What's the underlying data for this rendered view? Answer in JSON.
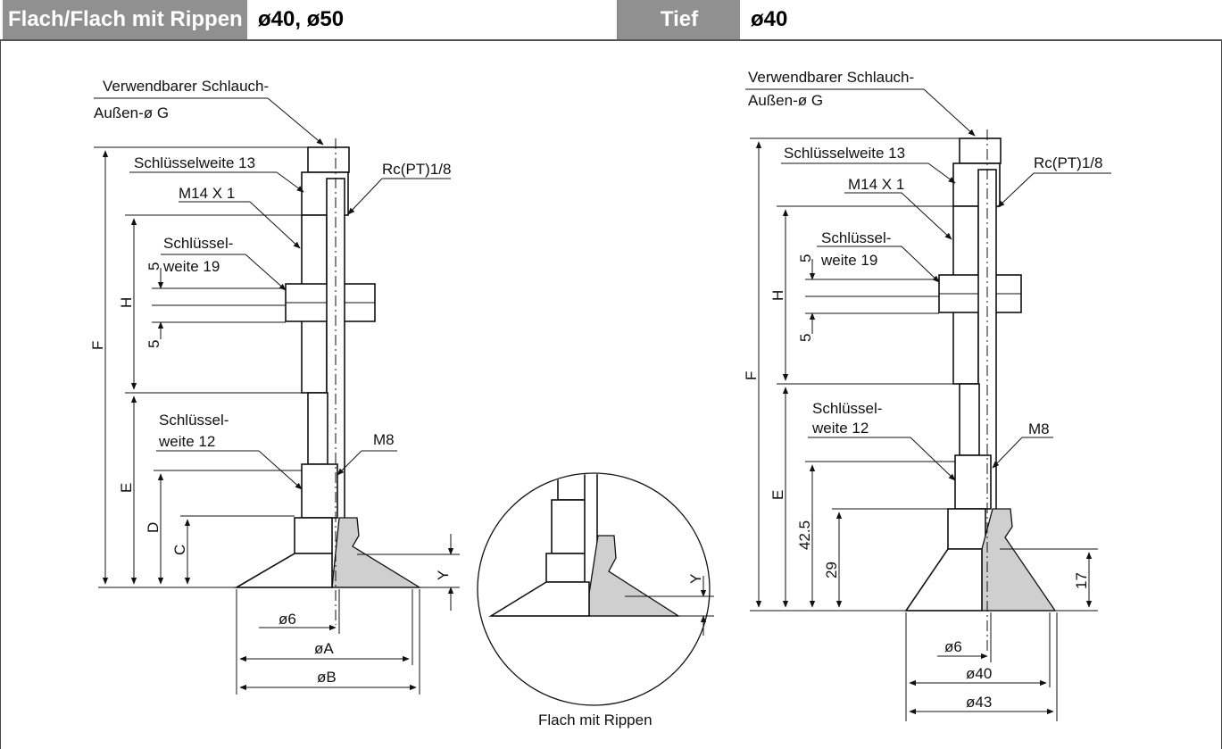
{
  "header": {
    "left_type": "Flach/Flach mit Rippen",
    "left_sizes": "ø40, ø50",
    "right_type": "Tief",
    "right_size": "ø40"
  },
  "left_drawing": {
    "hose_label_1": "Verwendbarer Schlauch-",
    "hose_label_2": "Außen-ø G",
    "wrench13": "Schlüsselweite 13",
    "thread_port": "Rc(PT)1/8",
    "m14": "M14 X 1",
    "wrench19_a": "Schlüssel-",
    "wrench19_b": "weite 19",
    "dim5_top": "5",
    "dim5_bottom": "5",
    "dim_H": "H",
    "dim_F": "F",
    "wrench12_a": "Schlüssel-",
    "wrench12_b": "weite 12",
    "m8": "M8",
    "dim_E": "E",
    "dim_D": "D",
    "dim_C": "C",
    "dim_Y": "Y",
    "dia6": "ø6",
    "diaA": "øA",
    "diaB": "øB"
  },
  "detail": {
    "caption": "Flach mit Rippen",
    "dim_Y": "Y"
  },
  "right_drawing": {
    "hose_label_1": "Verwendbarer Schlauch-",
    "hose_label_2": "Außen-ø G",
    "wrench13": "Schlüsselweite 13",
    "thread_port": "Rc(PT)1/8",
    "m14": "M14 X 1",
    "wrench19_a": "Schlüssel-",
    "wrench19_b": "weite 19",
    "dim5_top": "5",
    "dim5_bottom": "5",
    "dim_H": "H",
    "dim_F": "F",
    "wrench12_a": "Schlüssel-",
    "wrench12_b": "weite 12",
    "m8": "M8",
    "dim_E": "E",
    "dim_425": "42.5",
    "dim_29": "29",
    "dim_17": "17",
    "dia6": "ø6",
    "dia40": "ø40",
    "dia43": "ø43"
  }
}
